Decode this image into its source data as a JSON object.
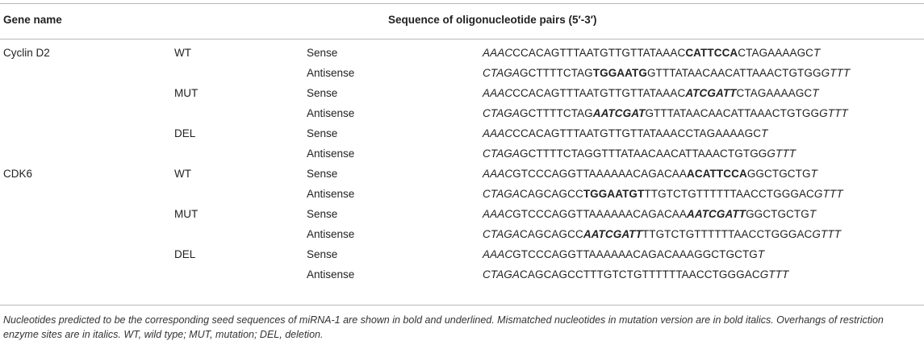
{
  "table": {
    "headers": {
      "gene_name": "Gene name",
      "sequence": "Sequence of oligonucleotide pairs (5′-3′)"
    },
    "rows": [
      {
        "gene": "Cyclin D2",
        "variant": "WT",
        "strand": "Sense",
        "segments": [
          {
            "text": "AAAC",
            "style": "italic"
          },
          {
            "text": "CCACAGTTTAATGTTGTTATAAAC",
            "style": "plain"
          },
          {
            "text": "CATTCCA",
            "style": "bold"
          },
          {
            "text": "CTAGAAAAGC",
            "style": "plain"
          },
          {
            "text": "T",
            "style": "italic"
          }
        ]
      },
      {
        "gene": "",
        "variant": "",
        "strand": "Antisense",
        "segments": [
          {
            "text": "CTAGA",
            "style": "italic"
          },
          {
            "text": "GCTTTTCTAG",
            "style": "plain"
          },
          {
            "text": "TGGAATG",
            "style": "bold"
          },
          {
            "text": "GTTTATAACAACATTAAACTGTGG",
            "style": "plain"
          },
          {
            "text": "GTTT",
            "style": "italic"
          }
        ]
      },
      {
        "gene": "",
        "variant": "MUT",
        "strand": "Sense",
        "segments": [
          {
            "text": "AAAC",
            "style": "italic"
          },
          {
            "text": "CCACAGTTTAATGTTGTTATAAAC",
            "style": "plain"
          },
          {
            "text": "ATCGATT",
            "style": "bolditalic"
          },
          {
            "text": "CTAGAAAAGC",
            "style": "plain"
          },
          {
            "text": "T",
            "style": "italic"
          }
        ]
      },
      {
        "gene": "",
        "variant": "",
        "strand": "Antisense",
        "segments": [
          {
            "text": "CTAGA",
            "style": "italic"
          },
          {
            "text": "GCTTTTCTAG",
            "style": "plain"
          },
          {
            "text": "AATCGAT",
            "style": "bolditalic"
          },
          {
            "text": "GTTTATAACAACATTAAACTGTGG",
            "style": "plain"
          },
          {
            "text": "GTTT",
            "style": "italic"
          }
        ]
      },
      {
        "gene": "",
        "variant": "DEL",
        "strand": "Sense",
        "segments": [
          {
            "text": "AAAC",
            "style": "italic"
          },
          {
            "text": "CCACAGTTTAATGTTGTTATAAACCTAGAAAAGC",
            "style": "plain"
          },
          {
            "text": "T",
            "style": "italic"
          }
        ]
      },
      {
        "gene": "",
        "variant": "",
        "strand": "Antisense",
        "segments": [
          {
            "text": "CTAGA",
            "style": "italic"
          },
          {
            "text": "GCTTTTCTAGGTTTATAACAACATTAAACTGTGG",
            "style": "plain"
          },
          {
            "text": "GTTT",
            "style": "italic"
          }
        ]
      },
      {
        "gene": "CDK6",
        "variant": "WT",
        "strand": "Sense",
        "segments": [
          {
            "text": "AAAC",
            "style": "italic"
          },
          {
            "text": "GTCCCAGGTTAAAAAACAGACAA",
            "style": "plain"
          },
          {
            "text": "ACATTCCA",
            "style": "bold"
          },
          {
            "text": "GGCTGCTG",
            "style": "plain"
          },
          {
            "text": "T",
            "style": "italic"
          }
        ]
      },
      {
        "gene": "",
        "variant": "",
        "strand": "Antisense",
        "segments": [
          {
            "text": "CTAGA",
            "style": "italic"
          },
          {
            "text": "CAGCAGCC",
            "style": "plain"
          },
          {
            "text": "TGGAATGT",
            "style": "bold"
          },
          {
            "text": "TTGTCTGTTTTTTAACCTGGGAC",
            "style": "plain"
          },
          {
            "text": "GTTT",
            "style": "italic"
          }
        ]
      },
      {
        "gene": "",
        "variant": "MUT",
        "strand": "Sense",
        "segments": [
          {
            "text": "AAAC",
            "style": "italic"
          },
          {
            "text": "GTCCCAGGTTAAAAAACAGACAA",
            "style": "plain"
          },
          {
            "text": "AATCGATT",
            "style": "bolditalic"
          },
          {
            "text": "GGCTGCTG",
            "style": "plain"
          },
          {
            "text": "T",
            "style": "italic"
          }
        ]
      },
      {
        "gene": "",
        "variant": "",
        "strand": "Antisense",
        "segments": [
          {
            "text": "CTAGA",
            "style": "italic"
          },
          {
            "text": "CAGCAGCC",
            "style": "plain"
          },
          {
            "text": "AATCGATT",
            "style": "bolditalic"
          },
          {
            "text": "TTGTCTGTTTTTTAACCTGGGAC",
            "style": "plain"
          },
          {
            "text": "GTTT",
            "style": "italic"
          }
        ]
      },
      {
        "gene": "",
        "variant": "DEL",
        "strand": "Sense",
        "segments": [
          {
            "text": "AAAC",
            "style": "italic"
          },
          {
            "text": "GTCCCAGGTTAAAAAACAGACAAAGGCTGCTG",
            "style": "plain"
          },
          {
            "text": "T",
            "style": "italic"
          }
        ]
      },
      {
        "gene": "",
        "variant": "",
        "strand": "Antisense",
        "segments": [
          {
            "text": "CTAGA",
            "style": "italic"
          },
          {
            "text": "CAGCAGCCTTTGTCTGTTTTTTAACCTGGGAC",
            "style": "plain"
          },
          {
            "text": "GTTT",
            "style": "italic"
          }
        ]
      }
    ]
  },
  "footnote": "Nucleotides predicted to be the corresponding seed sequences of miRNA-1 are shown in bold and underlined. Mismatched nucleotides in mutation version are in bold italics. Overhangs of restriction enzyme sites are in italics. WT, wild type; MUT, mutation; DEL, deletion.",
  "colors": {
    "text": "#222222",
    "rule": "#b8b8b8",
    "background": "#ffffff"
  }
}
